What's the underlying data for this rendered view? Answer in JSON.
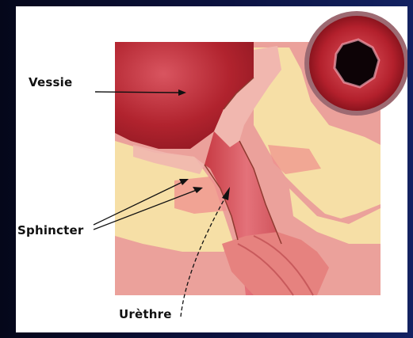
{
  "labels": {
    "vessie": "Vessie",
    "sphincter": "Sphincter",
    "urethre": "Urèthre"
  }
}
